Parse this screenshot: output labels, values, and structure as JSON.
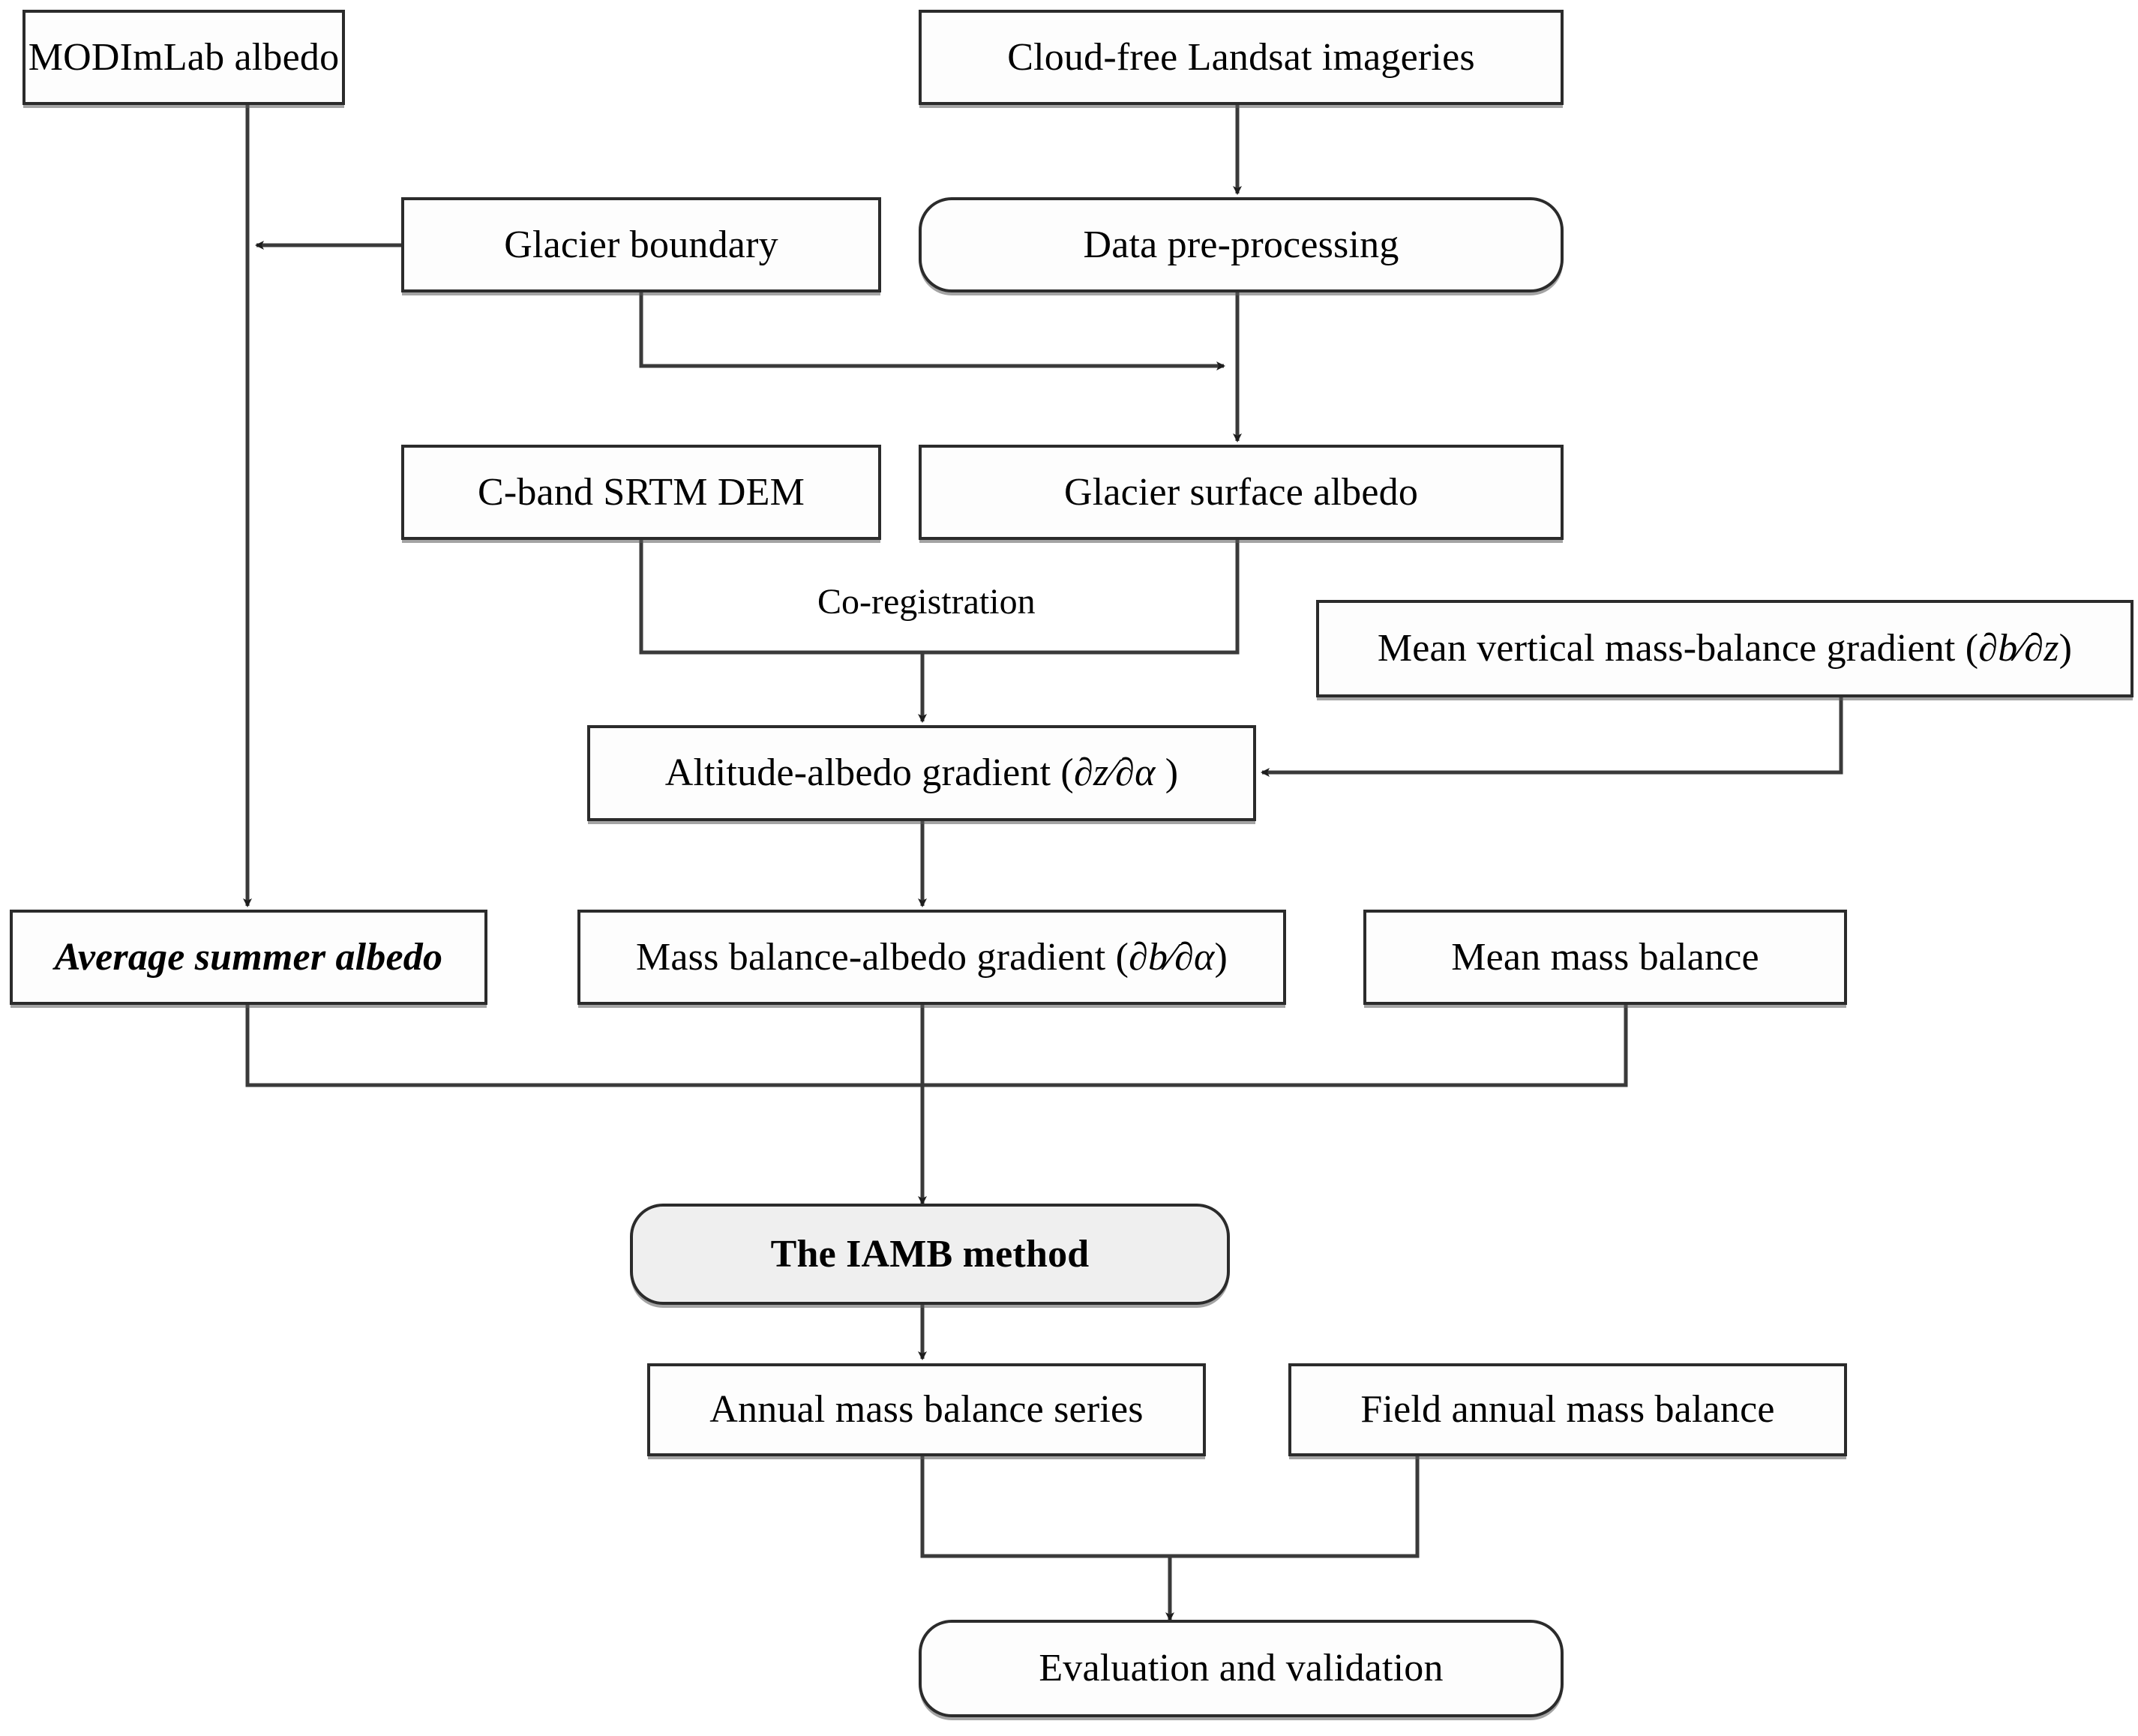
{
  "diagram": {
    "title": "IAMB glacier mass balance workflow",
    "background_color": "#ffffff",
    "node_border_color": "#2b2b2b",
    "node_fill_color": "#fdfdfd",
    "highlight_fill_color": "#efefef",
    "edge_color": "#333333"
  },
  "nodes": {
    "modimlab_albedo": {
      "label": "MODImLab albedo",
      "shape": "rectangle"
    },
    "cloud_free_landsat": {
      "label": "Cloud-free Landsat imageries",
      "shape": "rectangle"
    },
    "glacier_boundary": {
      "label": "Glacier boundary",
      "shape": "rectangle"
    },
    "data_preprocessing": {
      "label": "Data pre-processing",
      "shape": "rounded-rectangle"
    },
    "cband_srtm_dem": {
      "label": "C-band SRTM DEM",
      "shape": "rectangle"
    },
    "glacier_surface_albedo": {
      "label": "Glacier surface albedo",
      "shape": "rectangle"
    },
    "mean_vertical_gradient": {
      "label_prefix": "Mean vertical mass-balance gradient (",
      "numerator": "∂b",
      "denominator": "∂z",
      "label_suffix": ")",
      "full_label": "Mean vertical mass-balance gradient (∂b/∂z)",
      "shape": "rectangle"
    },
    "altitude_albedo_gradient": {
      "label_prefix": "Altitude-albedo gradient (",
      "numerator": "∂z",
      "denominator": "∂α",
      "label_suffix": " )",
      "full_label": "Altitude-albedo gradient (∂z/∂α )",
      "shape": "rectangle"
    },
    "average_summer_albedo": {
      "label": "Average summer albedo",
      "shape": "rectangle",
      "style": "italic"
    },
    "mass_balance_albedo_gradient": {
      "label_prefix": "Mass balance-albedo gradient (",
      "numerator": "∂b",
      "denominator": "∂α",
      "label_suffix": ")",
      "full_label": "Mass balance-albedo gradient (∂b/∂α)",
      "shape": "rectangle"
    },
    "mean_mass_balance": {
      "label": "Mean mass balance",
      "shape": "rectangle"
    },
    "iamb_method": {
      "label": "The IAMB method",
      "shape": "rounded-rectangle",
      "style": "bold-filled"
    },
    "annual_mass_balance_series": {
      "label": "Annual mass balance series",
      "shape": "rectangle"
    },
    "field_annual_mass_balance": {
      "label": "Field annual mass balance",
      "shape": "rectangle"
    },
    "evaluation_validation": {
      "label": "Evaluation and validation",
      "shape": "rounded-rectangle"
    }
  },
  "edge_labels": {
    "co_registration": "Co-registration"
  },
  "edges": [
    {
      "from": "cloud_free_landsat",
      "to": "data_preprocessing",
      "arrow": true
    },
    {
      "from": "glacier_boundary",
      "to": "modimlab_albedo",
      "arrow": true
    },
    {
      "from": "glacier_boundary",
      "to": "data_preprocessing_output",
      "arrow": true
    },
    {
      "from": "data_preprocessing",
      "to": "glacier_surface_albedo",
      "arrow": true
    },
    {
      "from": "modimlab_albedo",
      "to": "average_summer_albedo",
      "arrow": true
    },
    {
      "from": "cband_srtm_dem",
      "to": "altitude_albedo_gradient",
      "arrow": true,
      "label": "Co-registration"
    },
    {
      "from": "glacier_surface_albedo",
      "to": "altitude_albedo_gradient",
      "arrow": true
    },
    {
      "from": "mean_vertical_gradient",
      "to": "altitude_albedo_gradient",
      "arrow": true
    },
    {
      "from": "altitude_albedo_gradient",
      "to": "mass_balance_albedo_gradient",
      "arrow": true
    },
    {
      "from": "average_summer_albedo",
      "to": "iamb_method",
      "arrow": true
    },
    {
      "from": "mass_balance_albedo_gradient",
      "to": "iamb_method",
      "arrow": true
    },
    {
      "from": "mean_mass_balance",
      "to": "iamb_method",
      "arrow": true
    },
    {
      "from": "iamb_method",
      "to": "annual_mass_balance_series",
      "arrow": true
    },
    {
      "from": "annual_mass_balance_series",
      "to": "evaluation_validation",
      "arrow": true
    },
    {
      "from": "field_annual_mass_balance",
      "to": "evaluation_validation",
      "arrow": true
    }
  ]
}
